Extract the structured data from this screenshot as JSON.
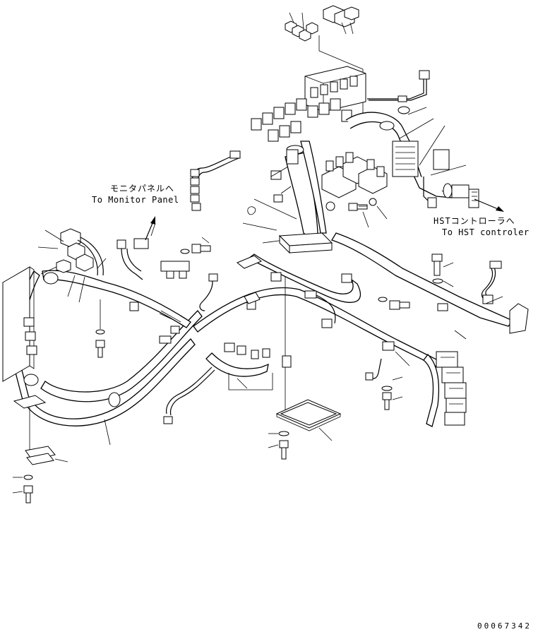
{
  "labels": {
    "monitor_jp": "モニタパネルへ",
    "monitor_en": "To Monitor Panel",
    "hst_jp": "HSTコントローラへ",
    "hst_en": "To HST controler",
    "drawing_number": "00067342"
  },
  "icons": {
    "arrow_monitor": "arrow-up-right-icon",
    "arrow_hst": "arrow-right-icon"
  }
}
